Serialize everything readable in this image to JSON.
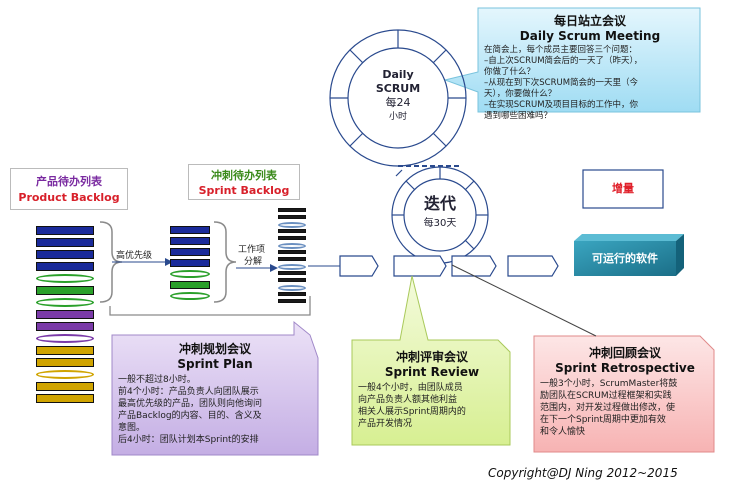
{
  "product_backlog": {
    "title_cn": "产品待办列表",
    "title_en": "Product  Backlog"
  },
  "sprint_backlog": {
    "title_cn": "冲刺待办列表",
    "title_en": "Sprint Backlog"
  },
  "labels": {
    "high_priority": "高优先级",
    "work_item": "工作项",
    "decompose": "分解"
  },
  "daily_scrum": {
    "line1": "Daily",
    "line2": "SCRUM",
    "line3": "每24",
    "line4": "小时"
  },
  "iteration": {
    "title": "迭代",
    "sub": "每30天"
  },
  "daily_meeting": {
    "title_cn": "每日站立会议",
    "title_en": "Daily Scrum Meeting",
    "lines": [
      "在简会上，每个成员主要回答三个问题：",
      "–自上次SCRUM简会后的一天了（昨天），",
      "你做了什么？",
      "–从现在到下次SCRUM简会的一天里（今",
      "天），你要做什么？",
      "–在实现SCRUM及项目目标的工作中，你",
      "遇到哪些困难吗？"
    ]
  },
  "increment": {
    "label": "增量"
  },
  "software": {
    "label": "可运行的软件"
  },
  "sprint_plan": {
    "title_cn": "冲刺规划会议",
    "title_en": "Sprint Plan",
    "lines": [
      "一般不超过8小时。",
      "前4个小时：产品负责人向团队展示",
      "最高优先级的产品，团队则向他询问",
      "产品Backlog的内容、目的、含义及",
      "意图。",
      "后4小时：团队计划本Sprint的安排"
    ]
  },
  "sprint_review": {
    "title_cn": "冲刺评审会议",
    "title_en": "Sprint Review",
    "lines": [
      "一般4个小时，由团队成员",
      "向产品负责人额其他利益",
      "相关人展示Sprint周期内的",
      "产品开发情况"
    ]
  },
  "sprint_retro": {
    "title_cn": "冲刺回顾会议",
    "title_en": "Sprint Retrospective",
    "lines": [
      "一般3个小时，ScrumMaster将鼓",
      "励团队在SCRUM过程框架和实践",
      "范围内，对开发过程做出修改，使",
      "在下一个Sprint周期中更加有效",
      "和令人愉快"
    ]
  },
  "copyright": "Copyright@DJ Ning 2012~2015",
  "colors": {
    "daily_bg": "#c5ecfa",
    "plan_bg": "#d8c8ec",
    "review_bg": "#e5f5b8",
    "retro_bg": "#fbd0d0",
    "software_bg": "#2e8fa8",
    "red_text": "#e0202a",
    "ring": "#2a4a8e"
  }
}
